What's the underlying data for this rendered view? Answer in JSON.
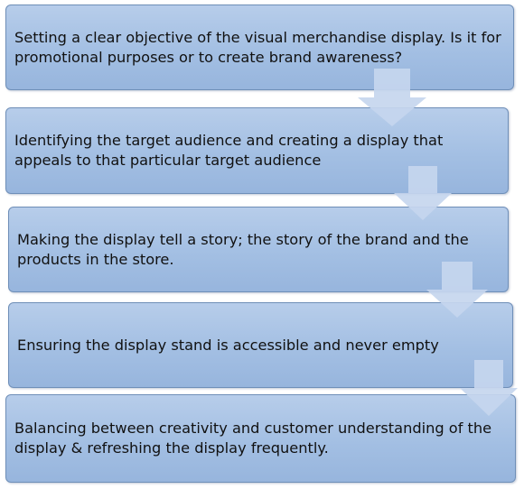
{
  "steps": [
    {
      "text": "Setting a clear objective of the visual merchandise display. Is it for promotional purposes or to create brand awareness?"
    },
    {
      "text": "Identifying the target audience and creating a display that appeals to that particular target audience"
    },
    {
      "text": "Making the display tell a story; the story of the brand and the products in the store."
    },
    {
      "text": "Ensuring the display stand is accessible and never empty"
    },
    {
      "text": "Balancing between creativity and customer understanding of the display & refreshing the display frequently."
    }
  ],
  "colors": {
    "box_fill": "#a3bfe3",
    "box_border": "#6f8fb8",
    "arrow_fill": "#c5d6ee"
  }
}
